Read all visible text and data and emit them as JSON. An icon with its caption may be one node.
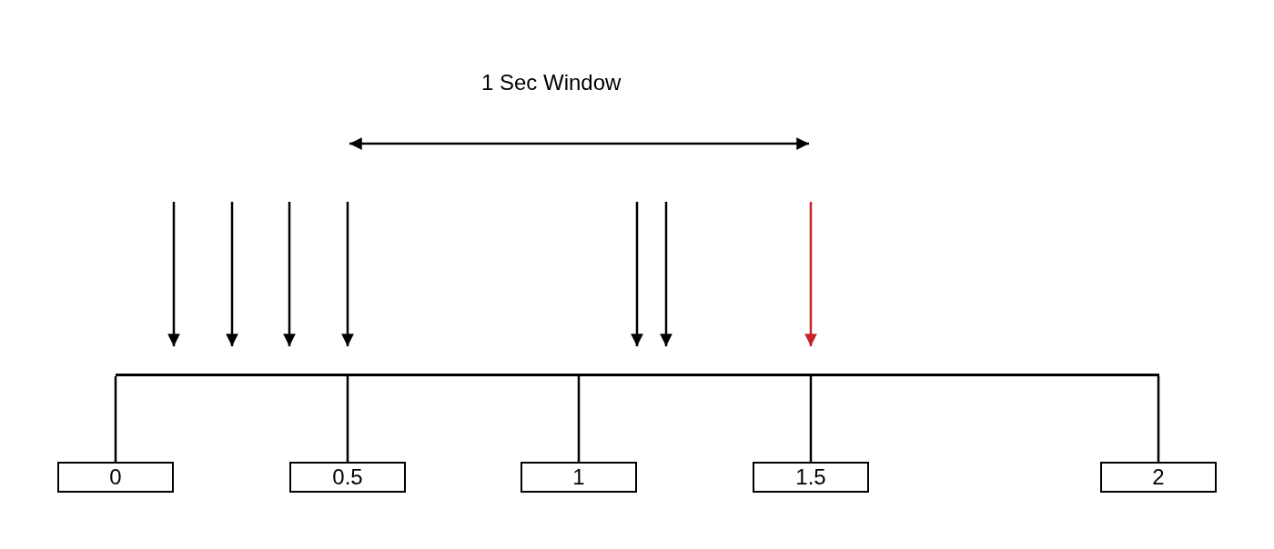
{
  "diagram": {
    "nodes": [
      {
        "text": [],
        "shape": "bar"
      },
      {
        "text": [
          "0"
        ]
      },
      {
        "text": [
          "0.5"
        ]
      },
      {
        "text": [
          "1"
        ]
      },
      {
        "text": [
          "1.5"
        ]
      },
      {
        "text": [
          "2"
        ]
      }
    ],
    "edges": [
      {
        "from": 0,
        "to": 1,
        "arrow": "none"
      },
      {
        "from": 0,
        "to": 2,
        "arrow": "none"
      },
      {
        "from": 0,
        "to": 3,
        "arrow": "none"
      },
      {
        "from": 0,
        "to": 4,
        "arrow": "none"
      },
      {
        "from": 0,
        "to": 5,
        "arrow": "none"
      },
      {
        "from": null,
        "to": 0,
        "arrow": "to"
      },
      {
        "from": null,
        "to": 0,
        "arrow": "to"
      },
      {
        "from": null,
        "to": 0,
        "arrow": "to"
      },
      {
        "from": null,
        "to": 0,
        "arrow": "to"
      },
      {
        "from": null,
        "to": 0,
        "arrow": "to"
      },
      {
        "from": null,
        "to": 0,
        "arrow": "to"
      },
      {
        "from": null,
        "to": 0,
        "arrow": "to",
        "color": "#c8232c"
      }
    ],
    "labels": [
      "1 Sec Window"
    ]
  }
}
